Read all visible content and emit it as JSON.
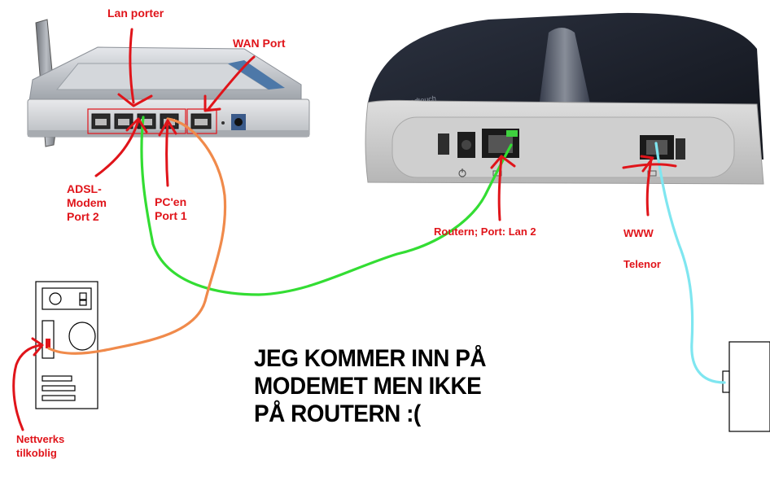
{
  "labels": {
    "lan_ports": "Lan porter",
    "wan_port": "WAN Port",
    "adsl_modem_port_2": [
      "ADSL-",
      "Modem",
      "Port 2"
    ],
    "pc_port_1": [
      "PC'en",
      "Port  1"
    ],
    "router_port": "Routern; Port: Lan 2",
    "www": "WWW",
    "telenor": "Telenor",
    "network_connection": [
      "Nettverks",
      "tilkoblig"
    ]
  },
  "headline": [
    "JEG KOMMER INN PÅ",
    "MODEMET MEN IKKE",
    "PÅ ROUTERN :("
  ],
  "device_brand": "speedtouch",
  "colors": {
    "annotation": "#e0141a",
    "cable_green": "#33dd33",
    "cable_orange": "#f08a4b",
    "cable_cyan": "#7fe6f0",
    "router_top": "#1f2430",
    "router_face": "#cfcfcf",
    "modem_body": "#c9ccd1"
  }
}
